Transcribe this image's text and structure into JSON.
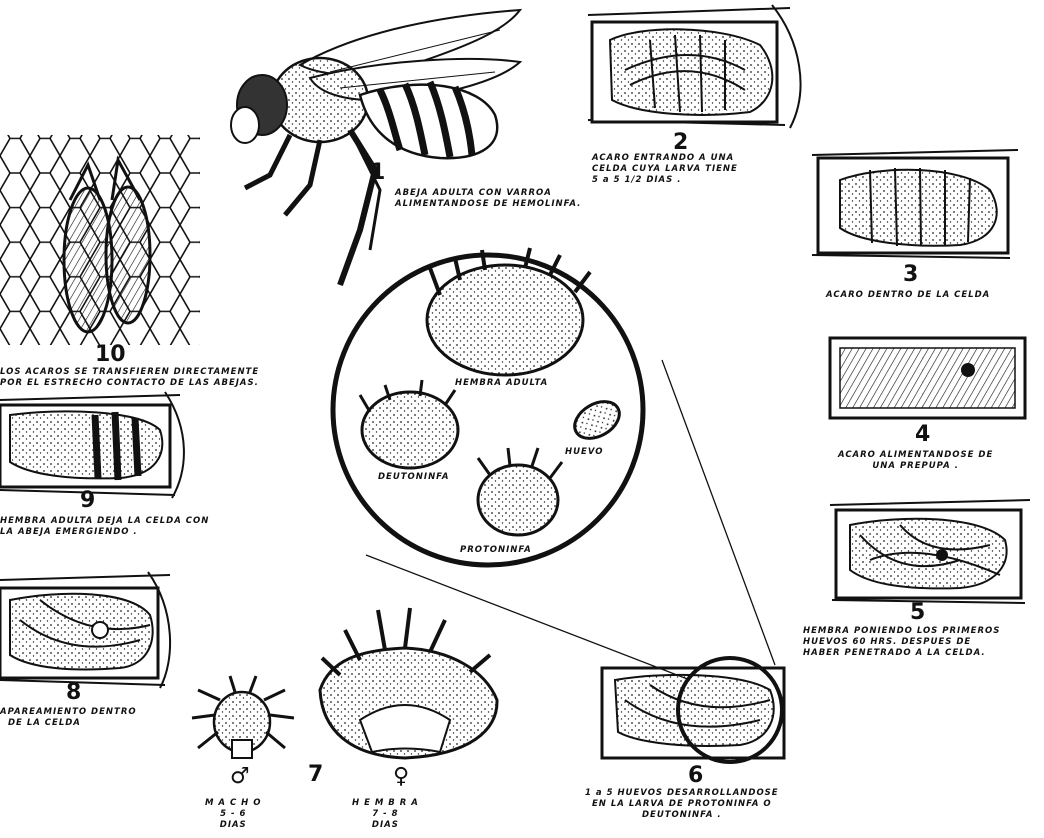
{
  "stages": [
    {
      "num": "1",
      "lines": [
        "ABEJA ADULTA CON VARROA",
        "ALIMENTANDOSE DE HEMOLINFA."
      ]
    },
    {
      "num": "2",
      "lines": [
        "ACARO ENTRANDO A UNA",
        "CELDA CUYA LARVA TIENE",
        "5 a 5 1/2 DIAS ."
      ]
    },
    {
      "num": "3",
      "lines": [
        "ACARO DENTRO DE LA CELDA"
      ]
    },
    {
      "num": "4",
      "lines": [
        "ACARO ALIMENTANDOSE DE",
        "UNA PREPUPA ."
      ]
    },
    {
      "num": "5",
      "lines": [
        "HEMBRA PONIENDO LOS PRIMEROS",
        "HUEVOS 60 HRS. DESPUES DE",
        "HABER PENETRADO A LA CELDA."
      ]
    },
    {
      "num": "6",
      "lines": [
        "1 a 5 HUEVOS DESARROLLANDOSE",
        "EN LA LARVA DE PROTONINFA O",
        "DEUTONINFA ."
      ]
    },
    {
      "num": "7",
      "male": {
        "symbol": "♂",
        "lines": [
          "M A C H O",
          "5 - 6",
          "DIAS"
        ]
      },
      "female": {
        "symbol": "♀",
        "lines": [
          "H E M B R A",
          "7 - 8",
          "DIAS"
        ]
      }
    },
    {
      "num": "8",
      "lines": [
        "APAREAMIENTO DENTRO",
        "DE LA CELDA"
      ]
    },
    {
      "num": "9",
      "lines": [
        "HEMBRA ADULTA DEJA LA CELDA CON",
        "LA ABEJA EMERGIENDO ."
      ]
    },
    {
      "num": "10",
      "lines": [
        "LOS ACAROS SE TRANSFIEREN DIRECTAMENTE",
        "POR EL ESTRECHO CONTACTO DE LAS ABEJAS."
      ]
    }
  ],
  "circle_labels": {
    "adult_female": "HEMBRA ADULTA",
    "egg": "HUEVO",
    "deutonymph": "DEUTONINFA",
    "protonymph": "PROTONINFA"
  }
}
